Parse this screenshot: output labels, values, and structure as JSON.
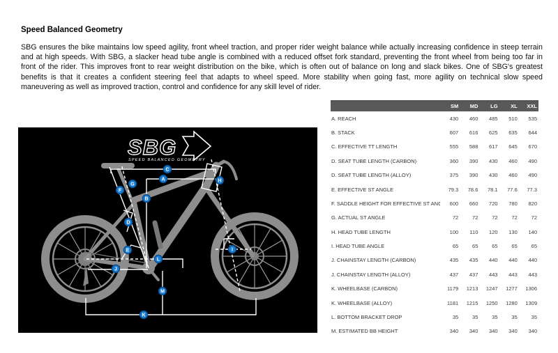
{
  "page": {
    "title": "Speed Balanced Geometry",
    "body": "SBG ensures the bike maintains low speed agility, front wheel traction, and proper rider weight balance while actually increasing confidence in steep terrain and at high speeds. With SBG, a slacker head tube angle is combined with a reduced offset fork standard, preventing the front wheel from being too far in front of the rider. This improves front to rear weight distribution on the bike, which is often out of balance on long and slack bikes. One of SBG's greatest benefits is that it creates a confident steering feel that adapts to wheel speed. More stability when going fast, more agility on technical slow speed maneuvering as well as improved traction, control and confidence for any skill level of rider."
  },
  "diagram": {
    "logo_text": "SBG",
    "logo_subtext": "SPEED BALANCED GEOMETRY",
    "markers": [
      "A",
      "B",
      "C",
      "D",
      "E",
      "F",
      "G",
      "H",
      "I",
      "J",
      "K",
      "L",
      "M"
    ],
    "colors": {
      "background": "#000000",
      "bike_gray": "#8d8d8d",
      "annotation_white": "#ffffff",
      "marker_blue": "#1b7ed2",
      "marker_ring": "#0a4d8f"
    }
  },
  "geometry_table": {
    "type": "table",
    "columns": [
      "SM",
      "MD",
      "LG",
      "XL",
      "XXL"
    ],
    "header_bg": "#595959",
    "rows": [
      {
        "label": "A. REACH",
        "values": [
          "430",
          "460",
          "485",
          "510",
          "535"
        ]
      },
      {
        "label": "B. STACK",
        "values": [
          "607",
          "616",
          "625",
          "635",
          "644"
        ]
      },
      {
        "label": "C. EFFECTIVE TT LENGTH",
        "values": [
          "555",
          "588",
          "617",
          "645",
          "670"
        ]
      },
      {
        "label": "D. SEAT TUBE LENGTH (CARBON)",
        "values": [
          "360",
          "390",
          "430",
          "460",
          "490"
        ]
      },
      {
        "label": "D. SEAT TUBE LENGTH (ALLOY)",
        "values": [
          "375",
          "390",
          "430",
          "460",
          "490"
        ]
      },
      {
        "label": "E. EFFECTIVE ST ANGLE",
        "values": [
          "79.3",
          "78.6",
          "78.1",
          "77.6",
          "77.3"
        ]
      },
      {
        "label": "F. SADDLE HEIGHT FOR EFFECTIVE ST ANGLE",
        "values": [
          "600",
          "660",
          "720",
          "780",
          "820"
        ]
      },
      {
        "label": "G. ACTUAL ST ANGLE",
        "values": [
          "72",
          "72",
          "72",
          "72",
          "72"
        ]
      },
      {
        "label": "H. HEAD TUBE LENGTH",
        "values": [
          "100",
          "110",
          "120",
          "130",
          "140"
        ]
      },
      {
        "label": "I. HEAD TUBE ANGLE",
        "values": [
          "65",
          "65",
          "65",
          "65",
          "65"
        ]
      },
      {
        "label": "J. CHAINSTAY LENGTH (CARBON)",
        "values": [
          "435",
          "435",
          "440",
          "440",
          "440"
        ]
      },
      {
        "label": "J. CHAINSTAY LENGTH (ALLOY)",
        "values": [
          "437",
          "437",
          "443",
          "443",
          "443"
        ]
      },
      {
        "label": "K. WHEELBASE (CARBON)",
        "values": [
          "1179",
          "1213",
          "1247",
          "1277",
          "1306"
        ]
      },
      {
        "label": "K. WHEELBASE (ALLOY)",
        "values": [
          "1181",
          "1215",
          "1250",
          "1280",
          "1309"
        ]
      },
      {
        "label": "L. BOTTOM BRACKET DROP",
        "values": [
          "35",
          "35",
          "35",
          "35",
          "35"
        ]
      },
      {
        "label": "M. ESTIMATED BB HEIGHT",
        "values": [
          "340",
          "340",
          "340",
          "340",
          "340"
        ]
      }
    ]
  }
}
